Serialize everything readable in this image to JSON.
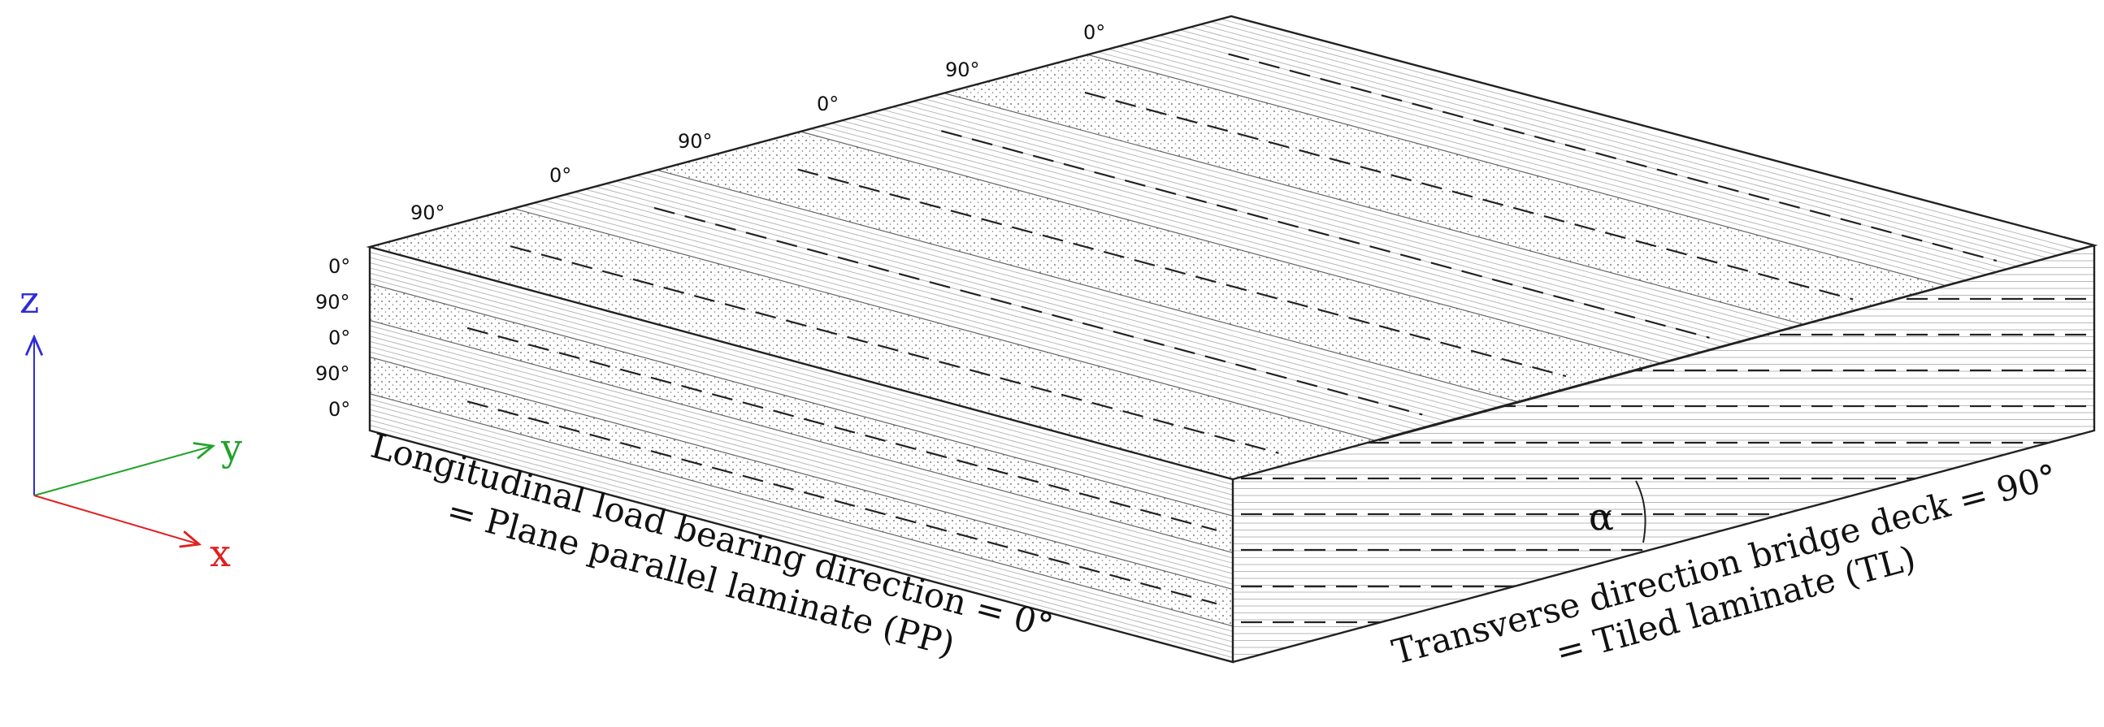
{
  "axes": {
    "z": {
      "label": "z",
      "color": "#2c2cd8"
    },
    "y": {
      "label": "y",
      "color": "#22a32a"
    },
    "x": {
      "label": "x",
      "color": "#e02020"
    }
  },
  "top_face_labels": [
    "90°",
    "0°",
    "90°",
    "0°",
    "90°",
    "0°"
  ],
  "front_face_labels": [
    "0°",
    "90°",
    "0°",
    "90°",
    "0°"
  ],
  "front_caption": {
    "line1": "Longitudinal load bearing direction = 0°",
    "line2": "= Plane parallel laminate (PP)"
  },
  "side_caption": {
    "line1": "Transverse direction bridge deck = 90°",
    "line2": "= Tiled laminate (TL)"
  },
  "angle_symbol": "α"
}
